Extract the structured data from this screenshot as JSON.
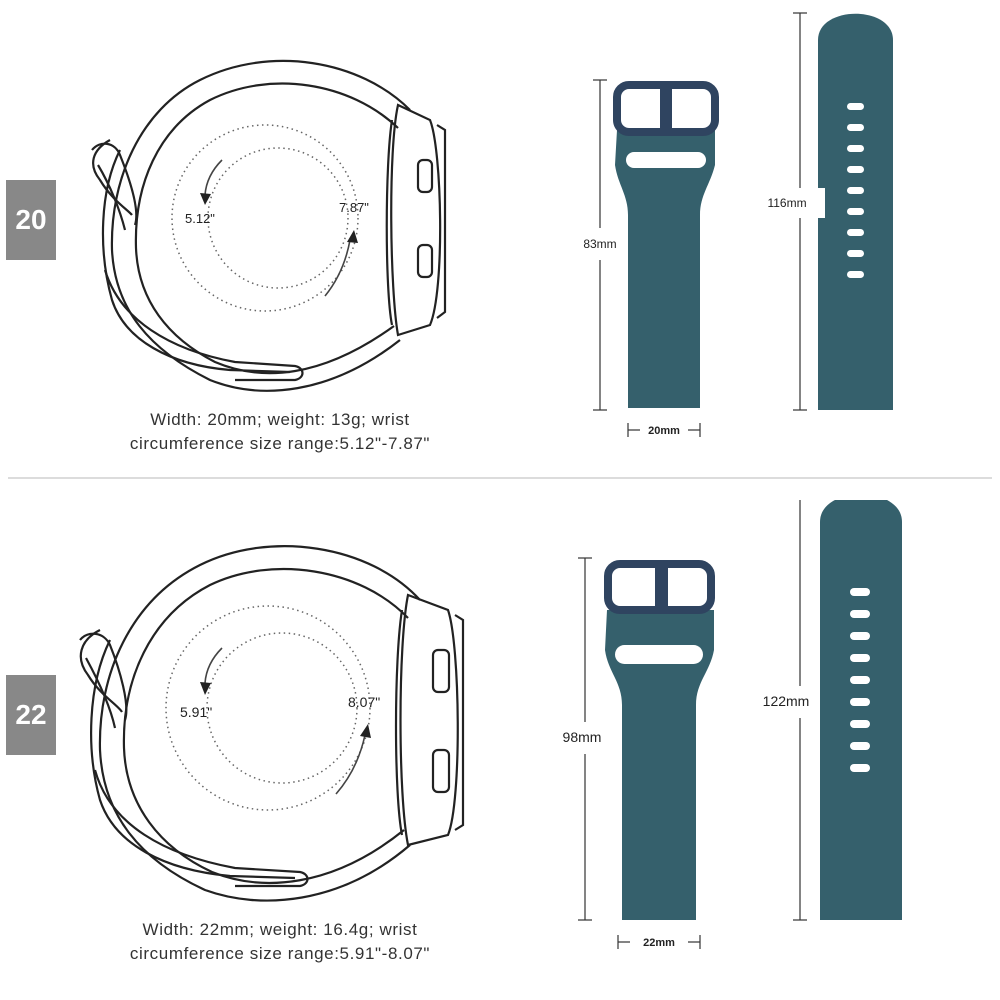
{
  "colors": {
    "strap": "#35606c",
    "buckle": "#2f4460",
    "badge": "#888888",
    "line_art": "#222222"
  },
  "sections": [
    {
      "badge": "20",
      "inner_circ": "5.12\"",
      "outer_circ": "7.87\"",
      "caption_line1": "Width: 20mm; weight: 13g; wrist",
      "caption_line2": "circumference size range:5.12\"-7.87\"",
      "short_length": "83mm",
      "long_length": "116mm",
      "width_label": "20mm"
    },
    {
      "badge": "22",
      "inner_circ": "5.91\"",
      "outer_circ": "8.07\"",
      "caption_line1": "Width: 22mm; weight: 16.4g; wrist",
      "caption_line2": "circumference size range:5.91\"-8.07\"",
      "short_length": "98mm",
      "long_length": "122mm",
      "width_label": "22mm"
    }
  ]
}
